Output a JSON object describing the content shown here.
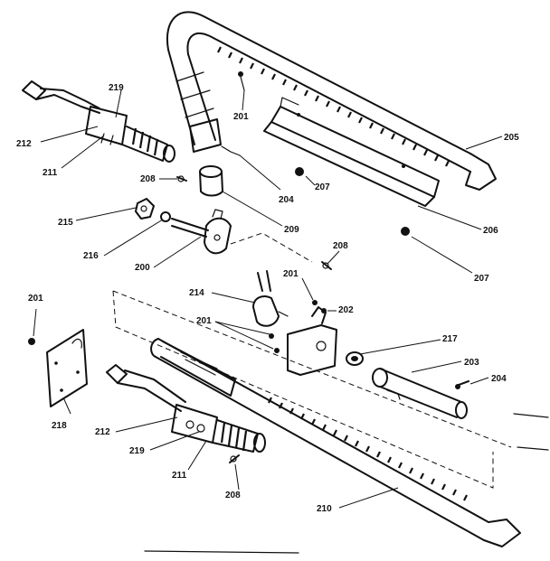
{
  "callouts": {
    "c205_top": "205",
    "c201_top": "201",
    "c219_top": "219",
    "c212_top": "212",
    "c211_top": "211",
    "c208_top": "208",
    "c204_mid": "204",
    "c207_a": "207",
    "c206": "206",
    "c207_b": "207",
    "c209": "209",
    "c215": "215",
    "c216": "216",
    "c200": "200",
    "c208_mid": "208",
    "c201_mid": "201",
    "c214": "214",
    "c202": "202",
    "c201_left": "201",
    "c201_center": "201",
    "c217": "217",
    "c203": "203",
    "c204_right": "204",
    "c218": "218",
    "c212_bottom": "212",
    "c219_bottom": "219",
    "c211_bottom": "211",
    "c208_bottom": "208",
    "c210": "210"
  }
}
